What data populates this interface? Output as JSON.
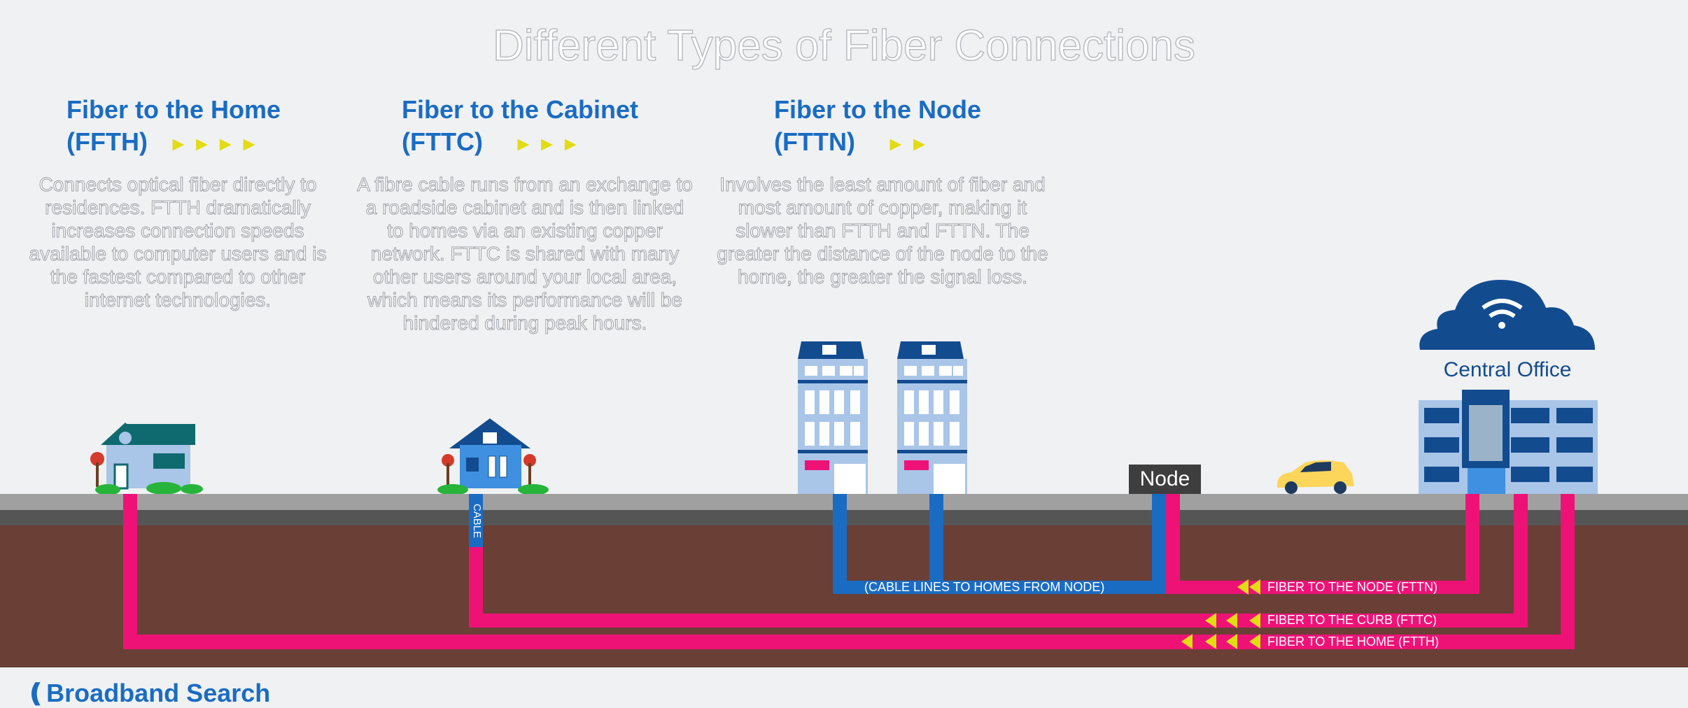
{
  "title": "Different Types of Fiber Connections",
  "sections": [
    {
      "heading": "Fiber to the Home",
      "abbr": "(FFTH)",
      "arrows": "►►►►",
      "body": "Connects optical fiber directly to residences. FTTH dramatically increases connection speeds available to computer users and is the fastest compared to other internet technologies."
    },
    {
      "heading": "Fiber to the Cabinet",
      "abbr": "(FTTC)",
      "arrows": "►►►",
      "body": "A fibre cable runs from an exchange to a roadside cabinet and is then linked to homes via an existing copper network. FTTC is shared with many other users around your local area, which means its performance will be hindered during peak hours."
    },
    {
      "heading": "Fiber to the Node",
      "abbr": "(FTTN)",
      "arrows": "►►",
      "body": "Involves the least amount of fiber and most amount of copper, making it slower than FTTH and FTTN. The greater the distance of the node to the home, the greater the signal loss."
    }
  ],
  "diagram": {
    "central_office": "Central Office",
    "node": "Node",
    "cable": "CABLE",
    "cable_lines": "(CABLE LINES TO HOMES FROM NODE)",
    "fttn": "FIBER TO THE NODE (FTTN)",
    "fttc": "FIBER TO THE CURB (FTTC)",
    "ftth": "FIBER TO THE HOME (FTTH)"
  },
  "logo": "Broadband Search",
  "colors": {
    "fiber": "#ee1277",
    "copper": "#1a6cc3",
    "arrow": "#e2dc12",
    "soil": "#6a3f35",
    "heading": "#1a6cc3"
  }
}
